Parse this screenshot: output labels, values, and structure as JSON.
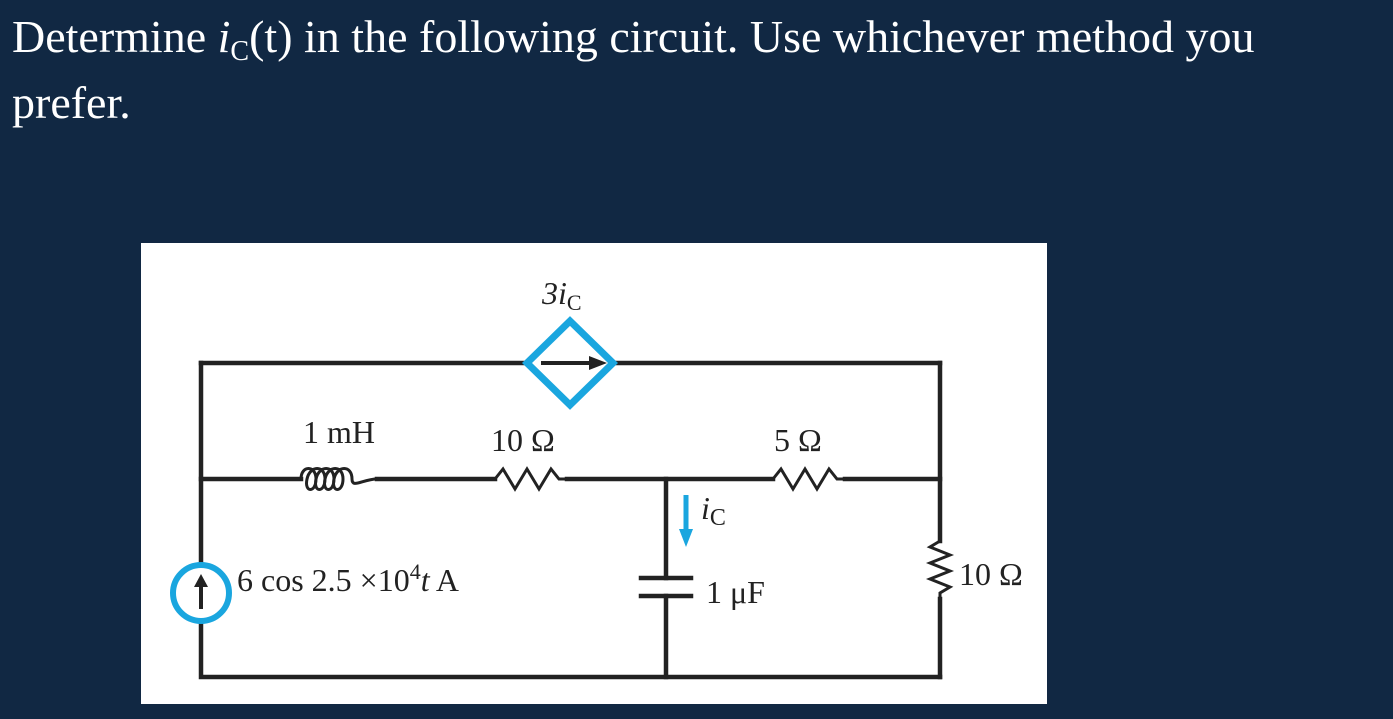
{
  "question": {
    "line1_prefix": "Determine ",
    "var_i": "i",
    "var_sub": "C",
    "var_arg": "(t)",
    "line1_suffix": " in the following circuit.  Use whichever method you",
    "line2": "prefer."
  },
  "circuit": {
    "dependent_source_label": "3i",
    "dependent_source_sub": "C",
    "inductor_label": "1 mH",
    "resistor_10_label": "10 Ω",
    "resistor_5_label": "5 Ω",
    "resistor_right_label": "10 Ω",
    "current_arrow_label": "i",
    "current_arrow_sub": "C",
    "capacitor_label": "1 μF",
    "source_label_main": "6 cos 2.5 ×10",
    "source_label_exp": "4",
    "source_label_t": "t",
    "source_label_unit": " A"
  },
  "colors": {
    "background": "#112843",
    "accent_blue": "#1aa6df",
    "wire": "#222222"
  }
}
